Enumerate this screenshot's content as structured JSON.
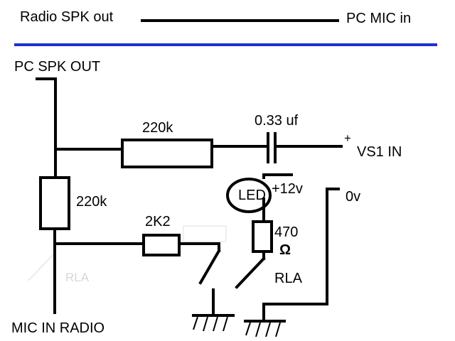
{
  "header": {
    "left_label": "Radio SPK out",
    "right_label": "PC MIC in",
    "rule_color": "#1f2fd6"
  },
  "labels": {
    "pc_spk_out": "PC SPK OUT",
    "r1": "220k",
    "cap": "0.33 uf",
    "plus": "+",
    "vs1_in": "VS1 IN",
    "r2": "220k",
    "led": "LED",
    "plus12v": "+12v",
    "zero_v": "0v",
    "r3": "2K2",
    "r4": "470",
    "ohm": "Ω",
    "rla": "RLA",
    "rla_ghost": "RLA",
    "mic_in_radio": "MIC IN RADIO"
  }
}
